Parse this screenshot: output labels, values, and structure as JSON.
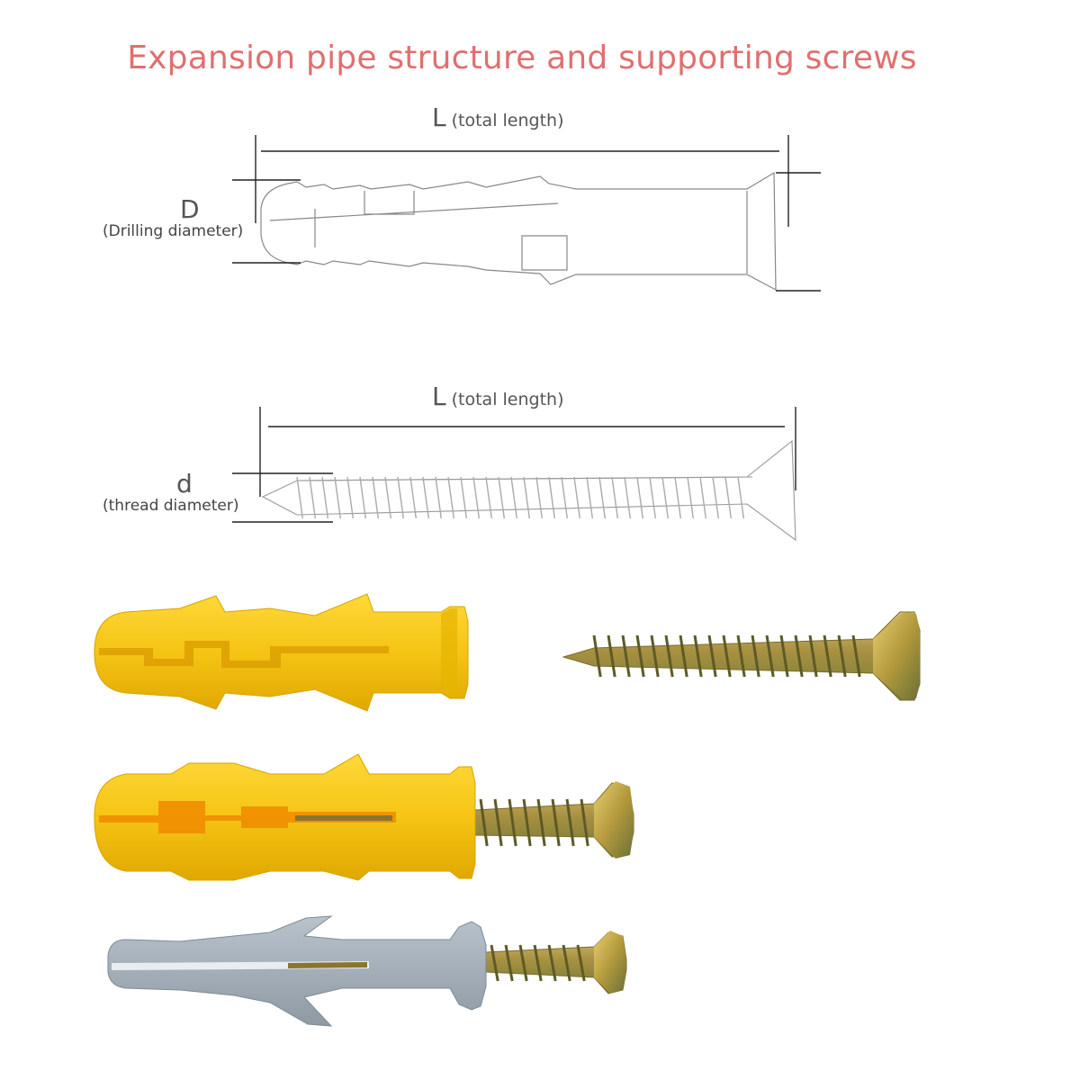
{
  "title": "Expansion pipe structure and supporting screws",
  "anchor_diagram": {
    "length_symbol": "L",
    "length_note": "(total length)",
    "diameter_symbol": "D",
    "diameter_note": "(Drilling diameter)"
  },
  "screw_diagram": {
    "length_symbol": "L",
    "length_note": "(total length)",
    "diameter_symbol": "d",
    "diameter_note": "(thread diameter)"
  },
  "colors": {
    "title": "#e06f6f",
    "yellow_anchor": "#f5c414",
    "gray_anchor": "#9aa6b2",
    "screw_metal": "#b8a24a",
    "outline": "#888888"
  },
  "photos": [
    {
      "name": "yellow-anchor",
      "color": "yellow"
    },
    {
      "name": "zinc-screw",
      "color": "gold"
    },
    {
      "name": "yellow-anchor-with-screw",
      "color": "yellow"
    },
    {
      "name": "gray-anchor-with-screw",
      "color": "gray"
    }
  ]
}
